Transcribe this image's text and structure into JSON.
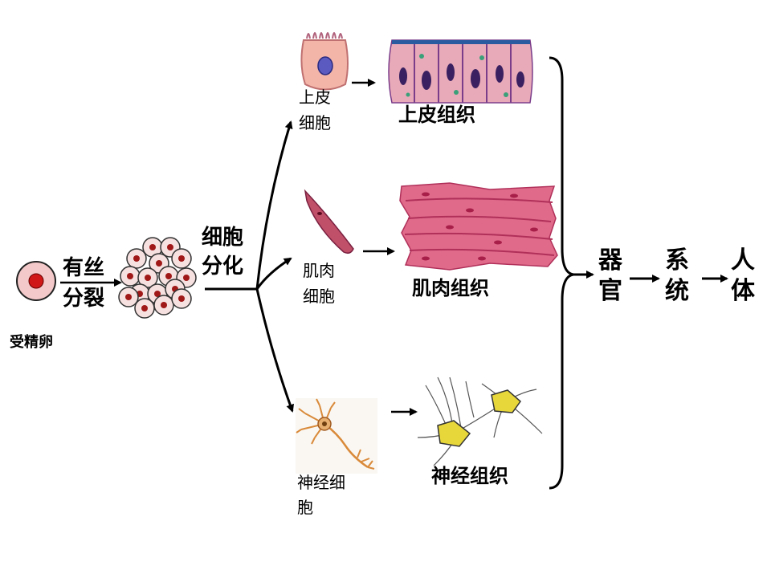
{
  "labels": {
    "fertilized_egg": "受精卵",
    "mitosis_line1": "有丝",
    "mitosis_line2": "分裂",
    "differentiation_line1": "细胞",
    "differentiation_line2": "分化",
    "epithelial_cell_line1": "上皮",
    "epithelial_cell_line2": "细胞",
    "muscle_cell_line1": "肌肉",
    "muscle_cell_line2": "细胞",
    "nerve_cell_line1": "神经细",
    "nerve_cell_line2": "胞",
    "epithelial_tissue": "上皮组织",
    "muscle_tissue": "肌肉组织",
    "nerve_tissue": "神经组织",
    "organ_line1": "器",
    "organ_line2": "官",
    "system_line1": "系",
    "system_line2": "统",
    "body_line1": "人",
    "body_line2": "体"
  },
  "colors": {
    "egg_fill": "#f4c9c9",
    "egg_nucleus": "#d01818",
    "cell_fill": "#f7e0e0",
    "cell_nucleus": "#a01818",
    "epithelial_pink": "#e8a9b8",
    "epithelial_purple": "#7a3d8a",
    "muscle_pink": "#e06a8a",
    "muscle_dark": "#b0305a",
    "nerve_orange": "#d98a3a",
    "nerve_yellow": "#e8d73a"
  }
}
